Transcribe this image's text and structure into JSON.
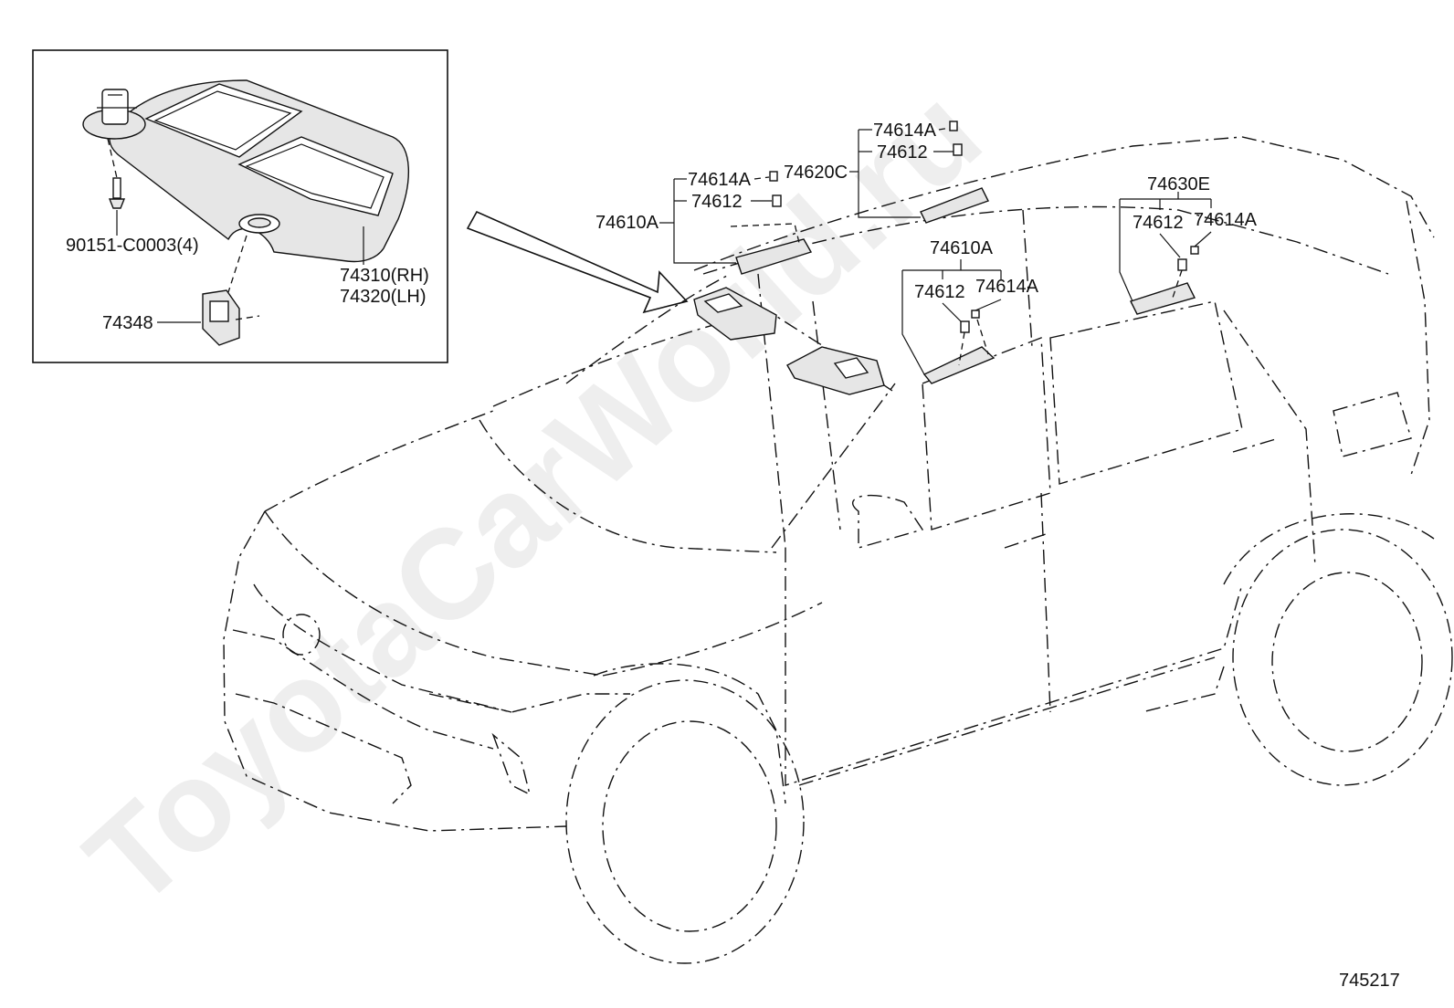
{
  "diagram": {
    "watermark": "ToyotaCarWorld.ru",
    "figure_number": "745217",
    "labels": {
      "screw_qty": "90151-C0003(4)",
      "visor_rh": "74310(RH)",
      "visor_lh": "74320(LH)",
      "holder": "74348",
      "front_grip_left": "74610A",
      "front_grip_left_plug": "74614A",
      "front_grip_left_clip": "74612",
      "center_grip": "74620C",
      "center_grip_plug": "74614A",
      "center_grip_clip": "74612",
      "front_grip_right": "74610A",
      "front_grip_right_clip": "74612",
      "front_grip_right_plug": "74614A",
      "rear_grip": "74630E",
      "rear_grip_clip": "74612",
      "rear_grip_plug": "74614A"
    }
  }
}
